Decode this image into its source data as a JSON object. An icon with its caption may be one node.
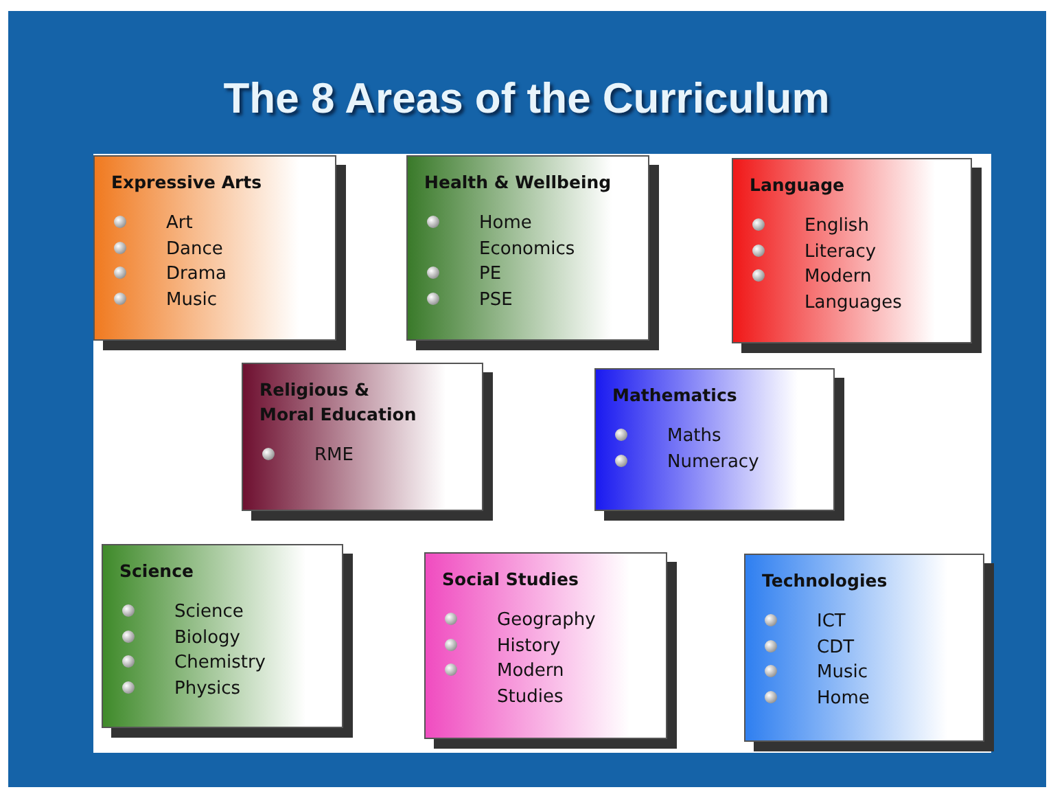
{
  "diagram": {
    "title": "The 8 Areas of the Curriculum",
    "nodes": [
      {
        "text": [
          "Expressive Arts",
          "Art",
          "Dance",
          "Drama",
          "Music"
        ]
      },
      {
        "text": [
          "Health & Wellbeing",
          "Home Economics",
          "PE",
          "PSE"
        ]
      },
      {
        "text": [
          "Language",
          "English",
          "Literacy",
          "Modern Languages"
        ]
      },
      {
        "text": [
          "Religious & Moral Education",
          "RME"
        ]
      },
      {
        "text": [
          "Mathematics",
          "Maths",
          "Numeracy"
        ]
      },
      {
        "text": [
          "Science",
          "Science",
          "Biology",
          "Chemistry",
          "Physics"
        ]
      },
      {
        "text": [
          "Social Studies",
          "Geography",
          "History",
          "Modern Studies"
        ]
      },
      {
        "text": [
          "Technologies",
          "ICT",
          "CDT",
          "Music",
          "Home"
        ]
      }
    ]
  }
}
